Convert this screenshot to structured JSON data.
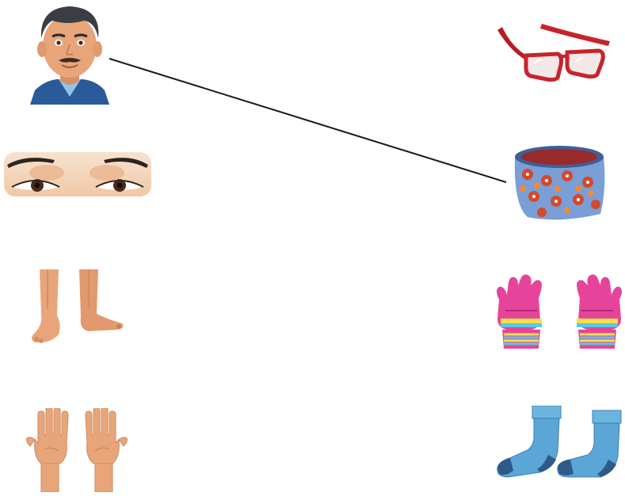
{
  "activity": {
    "left_items": [
      {
        "name": "head",
        "icon": "man-face-icon"
      },
      {
        "name": "eyes",
        "icon": "eyes-icon"
      },
      {
        "name": "feet",
        "icon": "feet-icon"
      },
      {
        "name": "hands",
        "icon": "hands-icon"
      }
    ],
    "right_items": [
      {
        "name": "spectacles",
        "icon": "spectacles-icon"
      },
      {
        "name": "cap",
        "icon": "woolen-cap-icon"
      },
      {
        "name": "gloves",
        "icon": "gloves-icon"
      },
      {
        "name": "socks",
        "icon": "socks-icon"
      }
    ],
    "matches": [
      {
        "from": "head",
        "to": "cap"
      }
    ],
    "colors": {
      "line": "#1a1a1a",
      "skin": "#e9a57a",
      "shirt": "#2a5a9a",
      "spectacles": "#c8232c",
      "gloves": "#e6449a",
      "socks": "#5aa6d6"
    }
  }
}
